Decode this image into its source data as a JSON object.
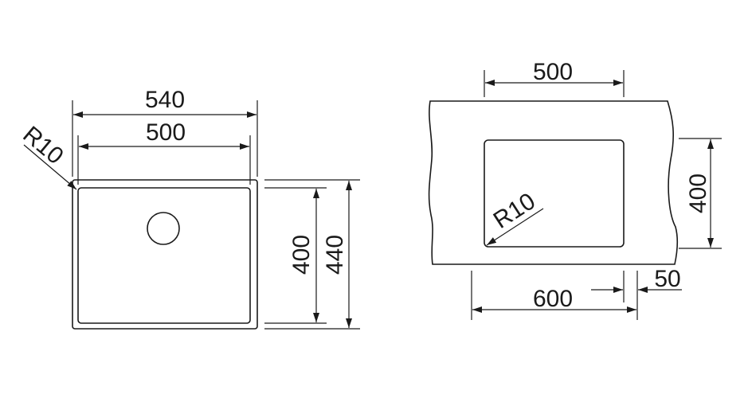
{
  "left_view": {
    "outer_width_label": "540",
    "inner_width_label": "500",
    "radius_label": "R10",
    "inner_height_label": "400",
    "outer_height_label": "440"
  },
  "right_view": {
    "cutout_width_label": "500",
    "cutout_height_label": "400",
    "radius_label": "R10",
    "cabinet_label": "600",
    "offset_label": "50"
  }
}
